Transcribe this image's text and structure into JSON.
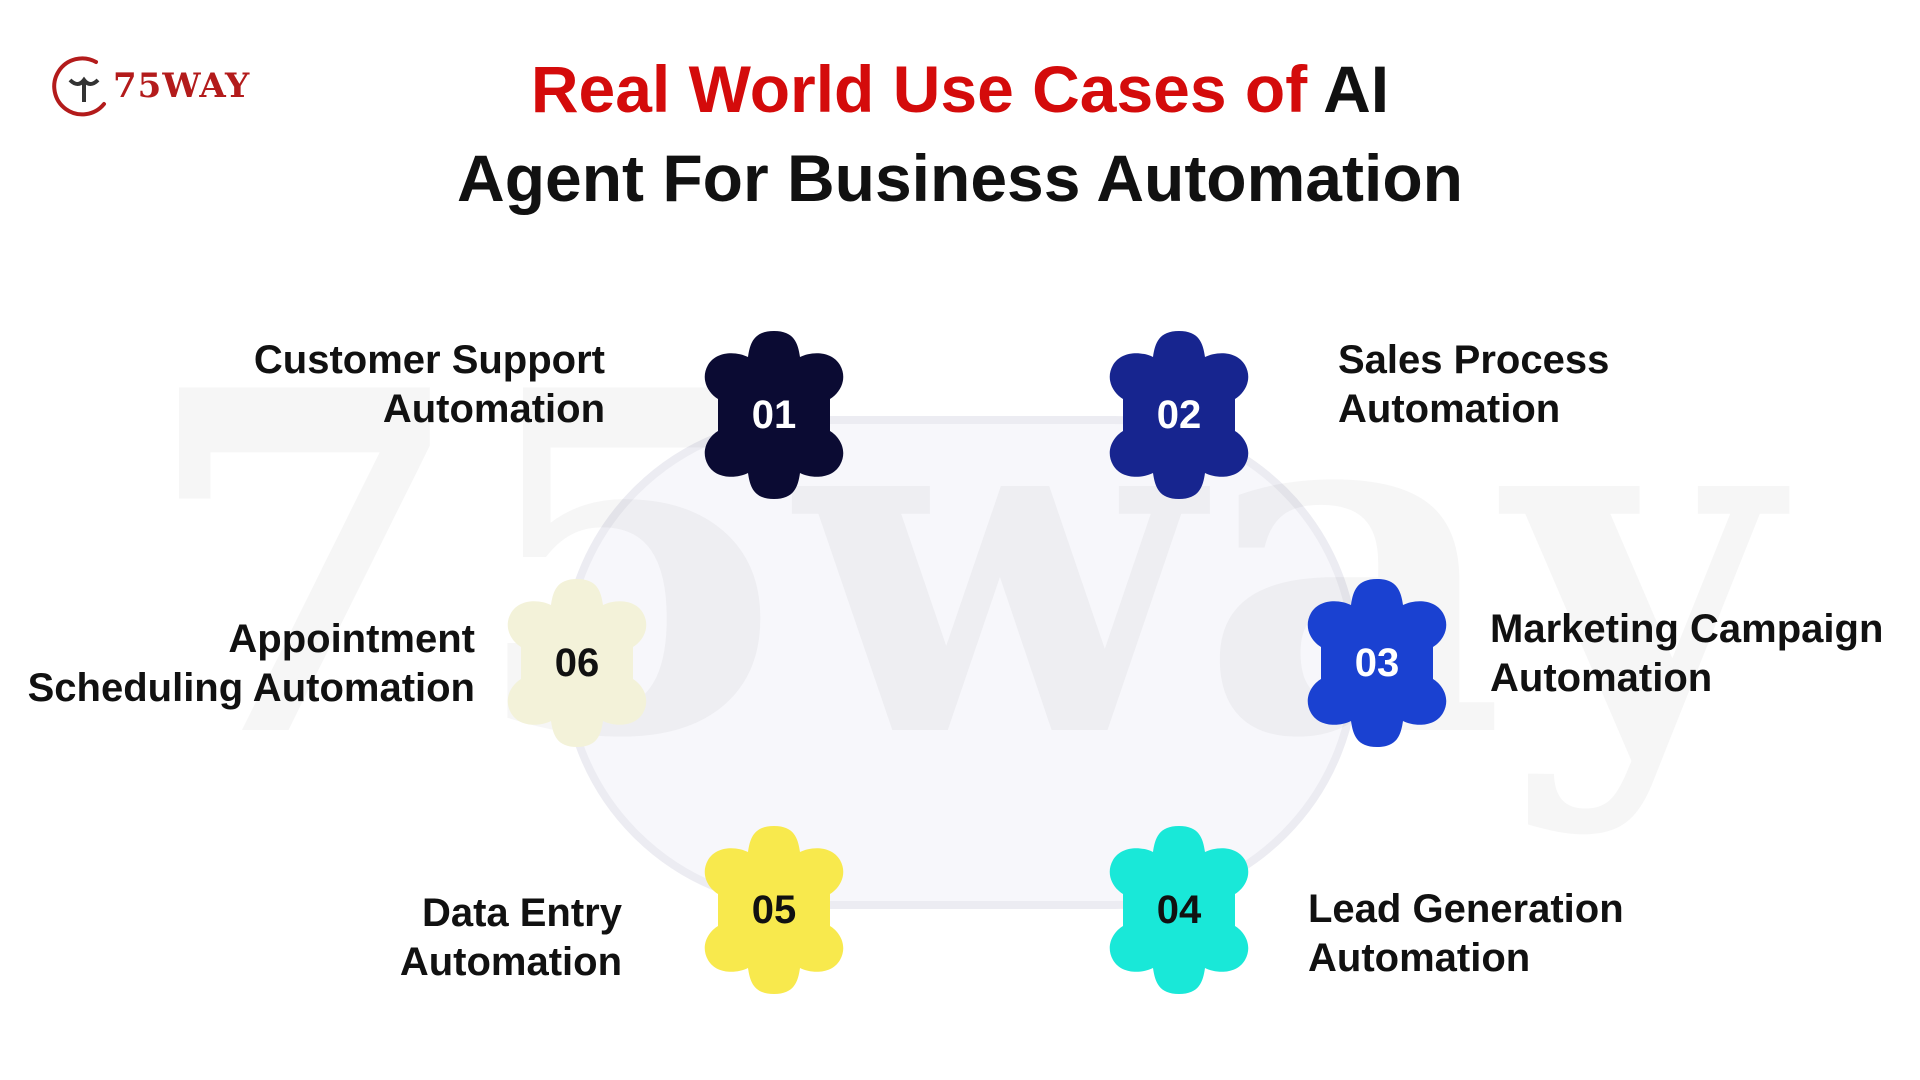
{
  "brand": {
    "logo_text": "75WAY",
    "watermark_text": "75way"
  },
  "title": {
    "part1": "Real World Use Cases of ",
    "part2": "AI",
    "line2": "Agent For Business Automation"
  },
  "colors": {
    "accent_red": "#d40b0b",
    "text": "#111111"
  },
  "use_cases": [
    {
      "number": "01",
      "label_line1": "Customer Support",
      "label_line2": "Automation",
      "gear_color": "#0b0b33",
      "num_color": "#ffffff"
    },
    {
      "number": "02",
      "label_line1": "Sales Process",
      "label_line2": "Automation",
      "gear_color": "#17258f",
      "num_color": "#ffffff"
    },
    {
      "number": "03",
      "label_line1": "Marketing Campaign",
      "label_line2": "Automation",
      "gear_color": "#1a41d1",
      "num_color": "#ffffff"
    },
    {
      "number": "04",
      "label_line1": "Lead Generation",
      "label_line2": "Automation",
      "gear_color": "#19e8d8",
      "num_color": "#111111"
    },
    {
      "number": "05",
      "label_line1": "Data Entry",
      "label_line2": "Automation",
      "gear_color": "#f8e94d",
      "num_color": "#111111"
    },
    {
      "number": "06",
      "label_line1": "Appointment",
      "label_line2": "Scheduling Automation",
      "gear_color": "#f3f2d9",
      "num_color": "#111111"
    }
  ]
}
